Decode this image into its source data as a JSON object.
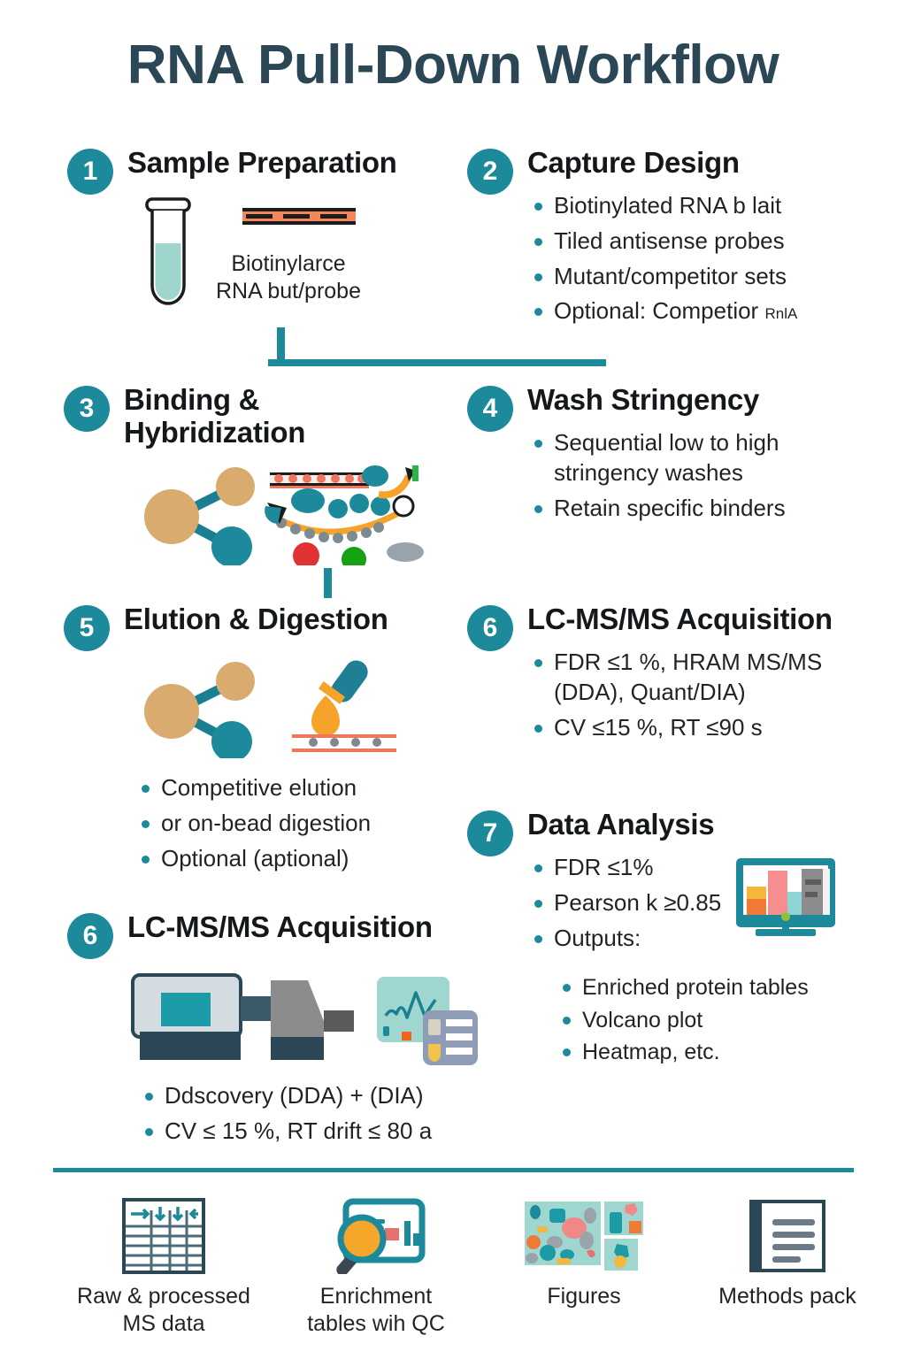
{
  "title": "RNA Pull-Down Workflow",
  "theme": {
    "teal": "#1c8a9b",
    "title_color": "#2b4755",
    "text_color": "#1f2326",
    "orange": "#f0912f",
    "salmon": "#f08a62",
    "tan": "#d9ab6e",
    "mint": "#9ed6cd"
  },
  "steps": [
    {
      "number": "1",
      "title": "Sample Preparation",
      "caption": "Biotinylarce\nRNA but/probe",
      "bullets": []
    },
    {
      "number": "2",
      "title": "Capture Design",
      "bullets": [
        "Biotinylated RNA b lait",
        "Tiled antisense probes",
        "Mutant/competitor sets",
        "Optional: Competior"
      ],
      "bullet_tail": "RnlA"
    },
    {
      "number": "3",
      "title": "Binding &\nHybridization",
      "bullets": []
    },
    {
      "number": "4",
      "title": "Wash Stringency",
      "bullets": [
        "Sequential low to high stringency washes",
        "Retain specific binders"
      ]
    },
    {
      "number": "5",
      "title": "Elution & Digestion",
      "bullets": [
        "Competitive elution",
        "or on-bead digestion",
        "Optional (aptional)"
      ]
    },
    {
      "number": "6",
      "title": "LC-MS/MS Acquisition",
      "bullets": [
        "FDR ≤1 %, HRAM MS/MS (DDA), Quant/DIA)",
        "CV ≤15 %, RT ≤90 s"
      ]
    },
    {
      "number": "7",
      "title": "Data Analysis",
      "bullets": [
        "FDR ≤1%",
        "Pearson k ≥0.85",
        "Outputs:"
      ],
      "sub_bullets": [
        "Enriched protein tables",
        "Volcano plot",
        "Heatmap, etc."
      ]
    },
    {
      "number": "6",
      "title": "LC-MS/MS Acquisition",
      "bullets": [
        "Ddscovery (DDA) + (DIA)",
        "CV ≤ 15 %, RT drift ≤ 80 a"
      ]
    }
  ],
  "footer": {
    "items": [
      {
        "icon": "table-icon",
        "label": "Raw & processed\nMS data"
      },
      {
        "icon": "magnifier-chart-icon",
        "label": "Enrichment\ntables wih QC"
      },
      {
        "icon": "figures-icon",
        "label": "Figures"
      },
      {
        "icon": "document-icon",
        "label": "Methods pack"
      }
    ]
  }
}
